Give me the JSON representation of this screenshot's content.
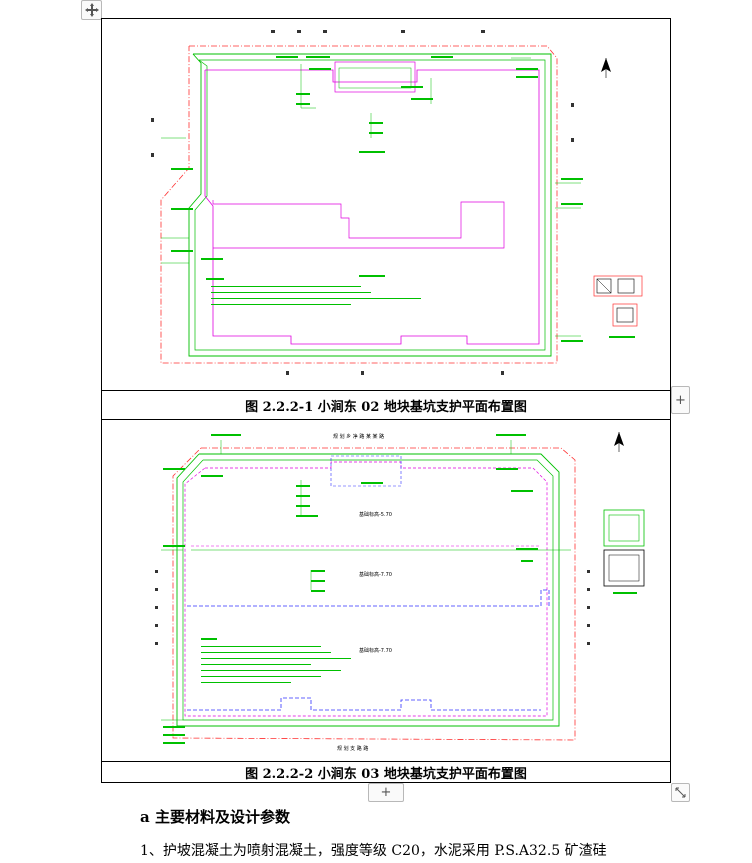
{
  "table": {
    "move_handle_icon": "move-arrows-icon",
    "add_row_icon": "plus-icon",
    "resize_handle_icon": "diagonal-resize-icon",
    "figure1": {
      "caption": "图 2.2.2-1 小涧东 02 地块基坑支护平面布置图"
    },
    "figure2": {
      "caption": "图 2.2.2-2 小涧东 03 地块基坑支护平面布置图",
      "top_label": "规 划 乡 净 路 某 某 路",
      "bottom_label": "规 划 支 路 路",
      "zone_labels": [
        "基础标高-5.70",
        "基础标高-7.70",
        "基础标高-7.70"
      ]
    }
  },
  "body": {
    "heading": "a 主要材料及设计参数",
    "para1": "1、护坡混凝土为喷射混凝土，强度等级 C20，水泥采用 P.S.A32.5 矿渣硅"
  },
  "colors": {
    "outline": "#000000",
    "drawing_green": "#00c000",
    "drawing_magenta": "#e000e0",
    "drawing_red": "#ff3030",
    "drawing_blue": "#3030ff"
  }
}
